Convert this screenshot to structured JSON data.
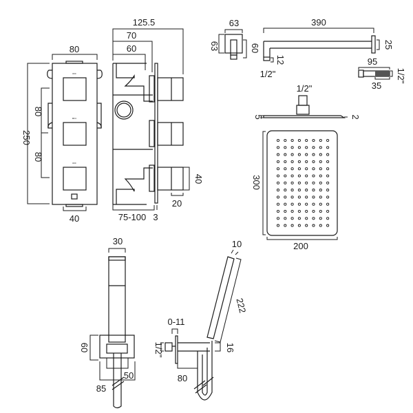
{
  "valve_front": {
    "width": "80",
    "height": "250",
    "spacing_top": "80",
    "spacing_bottom": "80",
    "bottom_width": "40",
    "markings": [
      "OFF",
      "MFC",
      "OFF"
    ]
  },
  "valve_side": {
    "overall": "125.5",
    "depth_70": "70",
    "depth_60": "60",
    "wall_range": "75-100",
    "plate": "3",
    "handle_length": "20",
    "handle_size": "40"
  },
  "wall_outlet": {
    "width": "63",
    "height": "63",
    "depth": "60"
  },
  "arm": {
    "length": "390",
    "plate": "25",
    "outlet": "12",
    "thread": "1/2\""
  },
  "adapter": {
    "length": "95",
    "part": "35",
    "thread": "1/2\""
  },
  "head_side": {
    "thread": "1/2\"",
    "edge_left": "5",
    "edge_right": "2"
  },
  "head_front": {
    "height": "300",
    "width": "200",
    "nozzle_cols": 8,
    "nozzle_rows": 13
  },
  "handset_front": {
    "width": "30",
    "bracket_height": "60",
    "bracket_inner": "50",
    "bracket_outer": "85"
  },
  "handset_side": {
    "head": "10",
    "length": "222",
    "adjust": "0-11",
    "thread": "1/2\"",
    "arm": "16",
    "projection": "80"
  }
}
